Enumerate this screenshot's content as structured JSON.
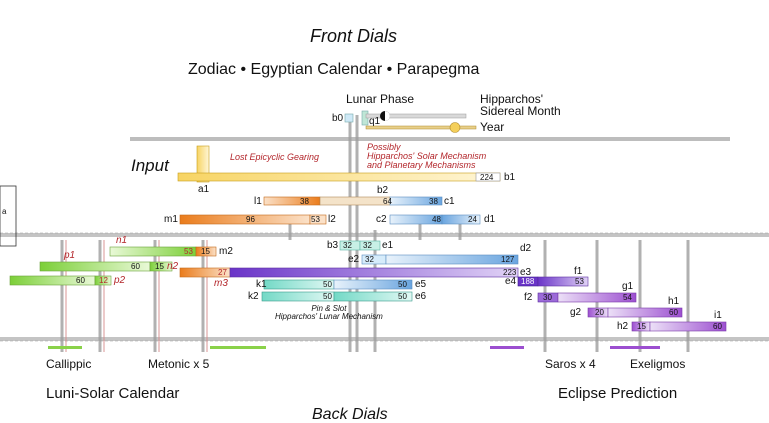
{
  "titles": {
    "front": "Front Dials",
    "front_subtitle": "Zodiac  •  Egyptian Calendar  •  Parapegma",
    "back": "Back Dials"
  },
  "top_labels": {
    "lunar_phase": "Lunar Phase",
    "hipparchos_sidereal": "Hipparchos'\nSidereal Month",
    "year": "Year",
    "input": "Input"
  },
  "notes": {
    "lost_epicyclic": "Lost Epicyclic Gearing",
    "possibly": "Possibly\nHipparchos' Solar Mechanism\nand Planetary Mechanisms",
    "pin_slot": "Pin & Slot\nHipparchos' Lunar Mechanism"
  },
  "bottom_labels": {
    "callippic": "Callippic",
    "metonic": "Metonic x 5",
    "saros": "Saros x 4",
    "exeligmos": "Exeligmos",
    "luni_solar": "Luni-Solar Calendar",
    "eclipse": "Eclipse Prediction"
  },
  "left_edge": "a",
  "gear_labels": {
    "b0": "b0",
    "q1": "q1",
    "a1": "a1",
    "b1": "b1",
    "b2": "b2",
    "l1": "l1",
    "c1": "c1",
    "m1": "m1",
    "l2": "l2",
    "c2": "c2",
    "d1": "d1",
    "n1": "n1",
    "b3": "b3",
    "e1": "e1",
    "d2": "d2",
    "m2": "m2",
    "e2": "e2",
    "p1": "p1",
    "n2": "n2",
    "e3": "e3",
    "f1": "f1",
    "m3": "m3",
    "e4": "e4",
    "k1": "k1",
    "e5": "e5",
    "p2": "p2",
    "g1": "g1",
    "f2": "f2",
    "k2": "k2",
    "e6": "e6",
    "h1": "h1",
    "g2": "g2",
    "i1": "i1",
    "h2": "h2"
  },
  "teeth": {
    "b1": "224",
    "l1": "38",
    "b2": "64",
    "c1": "38",
    "m1": "96",
    "l2": "53",
    "c2": "48",
    "d1": "24",
    "b3": "32",
    "e1": "32",
    "n1": "53",
    "m2": "15",
    "e2": "32",
    "d2": "127",
    "p1": "60",
    "n2": "15",
    "m3": "27",
    "e3": "223",
    "p2_left": "60",
    "p2": "12",
    "k1": "50",
    "e5": "50",
    "e4": "188",
    "f1": "53",
    "k2": "50",
    "e6": "50",
    "f2": "30",
    "g1": "54",
    "g2": "20",
    "h1": "60",
    "h2": "15",
    "i1": "60"
  },
  "colors": {
    "input_yellow": "#f2c12e",
    "orange": "#ee8a2a",
    "blue": "#7fb5e6",
    "green": "#8ad24a",
    "teal": "#8de0d2",
    "purple": "#8a58d6",
    "violet": "#b06ad8",
    "plate": "#b9b9b9",
    "red_text": "#b3262b"
  }
}
